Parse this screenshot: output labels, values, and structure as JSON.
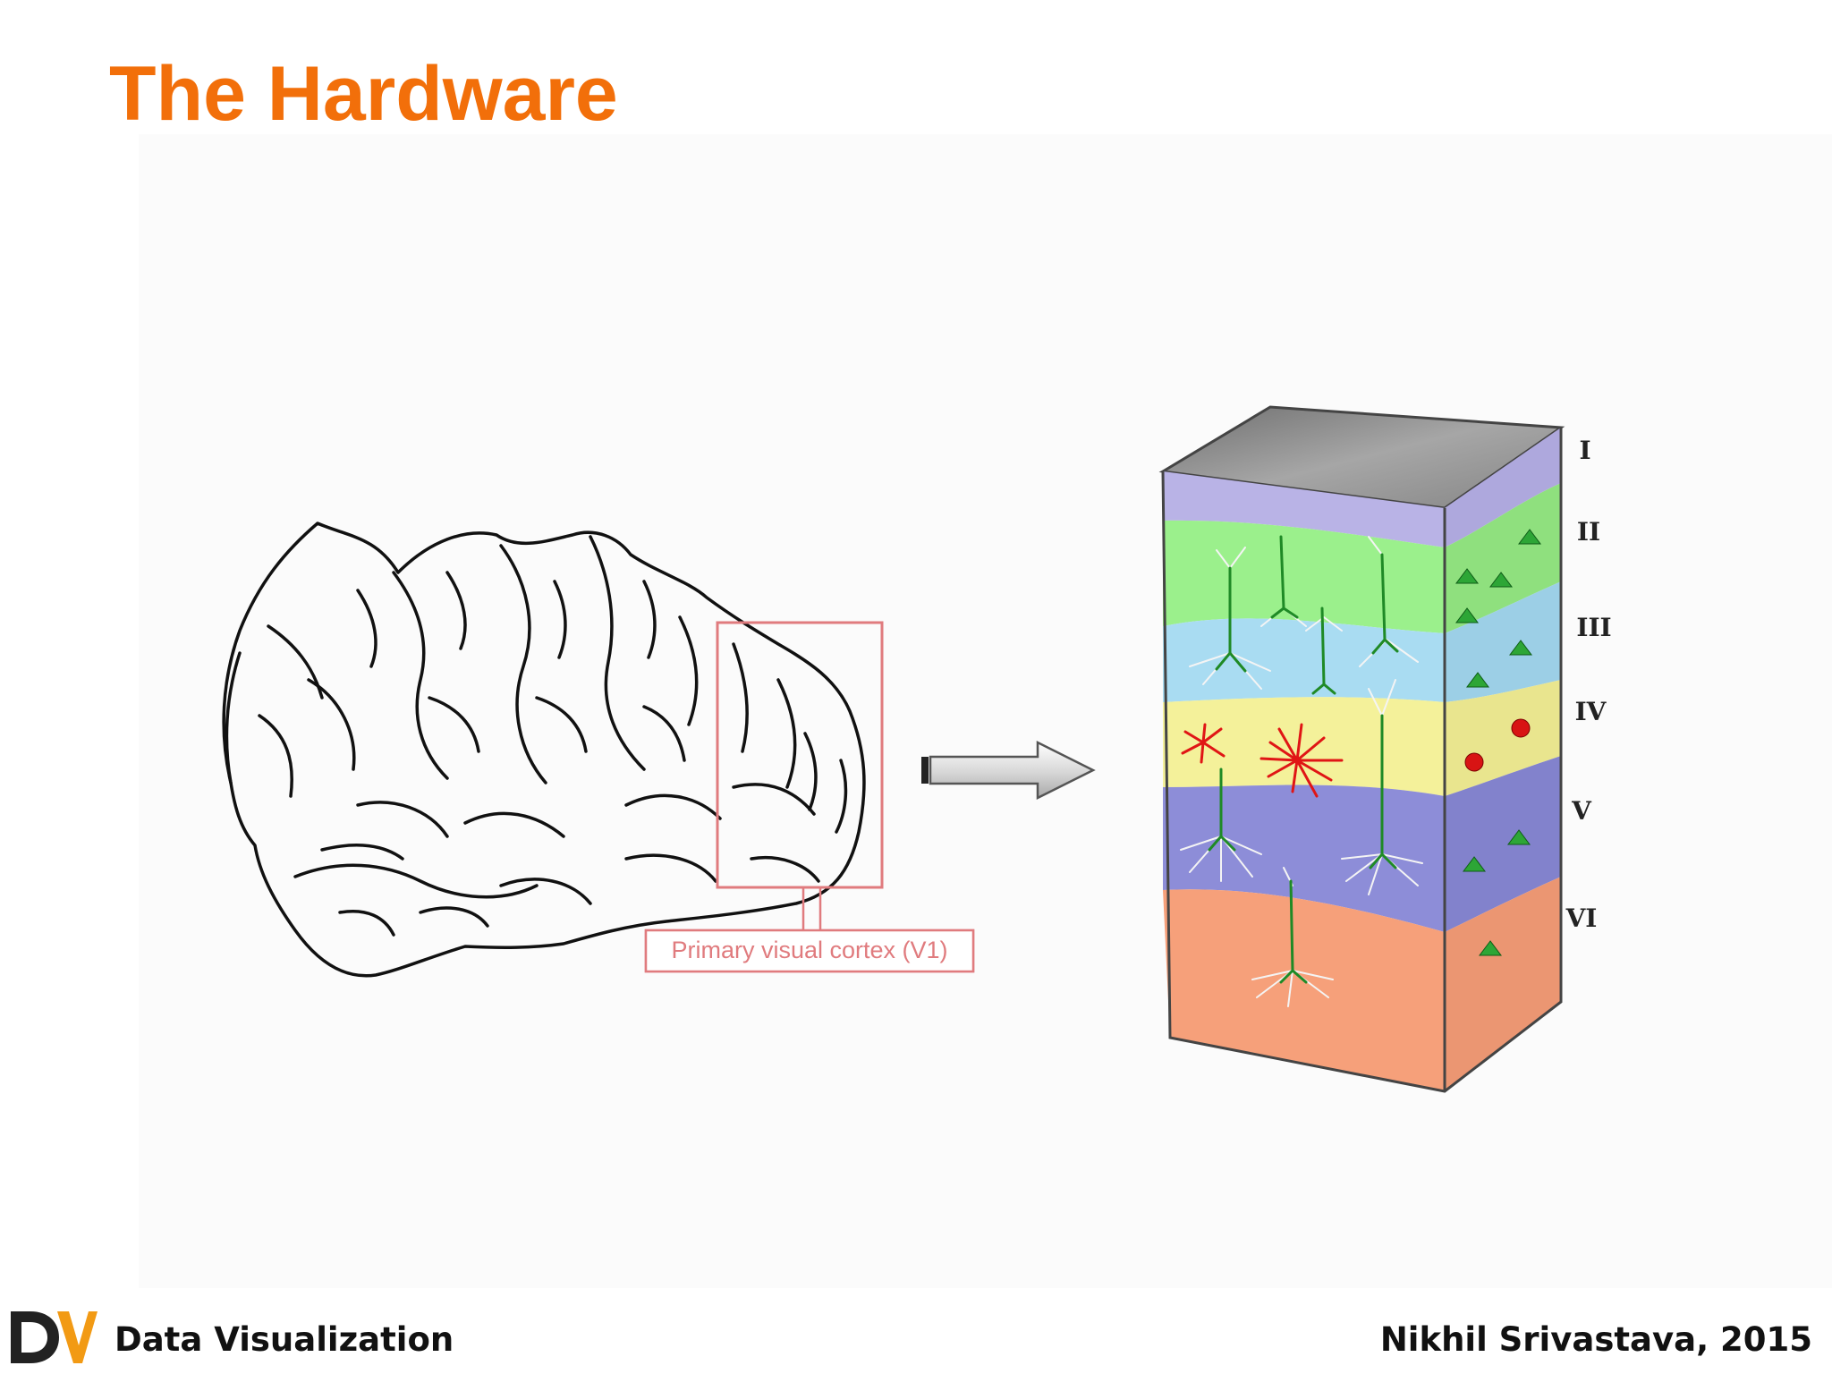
{
  "slide": {
    "title": "The Hardware"
  },
  "diagram": {
    "region_label": "Primary visual cortex (V1)",
    "layers": [
      "I",
      "II",
      "III",
      "IV",
      "V",
      "VI"
    ],
    "colors": {
      "title": "#f26f0a",
      "region_box": "#e07b7e",
      "layer_I": "#b9b3e6",
      "layer_II_III": "#9bf08c",
      "layer_III_lower": "#a9dcf2",
      "layer_IV": "#f4f19a",
      "layer_V": "#8d8dd8",
      "layer_VI": "#f6a07a",
      "pyramidal_neuron": "#1f8a26",
      "stellate_neuron": "#e01515"
    }
  },
  "footer": {
    "logo_text": "DV",
    "left_text": "Data Visualization",
    "right_text": "Nikhil Srivastava, 2015"
  }
}
